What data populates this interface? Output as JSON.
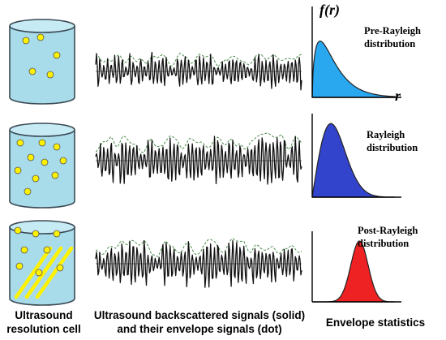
{
  "rows": [
    {
      "regime": "pre",
      "dot_count": 5,
      "distribution_label": "Pre-Rayleigh\ndistribution",
      "curve_color": "#29a8f0"
    },
    {
      "regime": "rayleigh",
      "dot_count": 10,
      "distribution_label": "Rayleigh\ndistribution",
      "curve_color": "#3344cc"
    },
    {
      "regime": "post",
      "dot_count": 8,
      "distribution_label": "Post-Rayleigh\ndistribution",
      "curve_color": "#ee2222"
    }
  ],
  "axis": {
    "y_label": "f(r)",
    "x_label": "r"
  },
  "captions": {
    "cell": "Ultrasound\nresolution cell",
    "signals": "Ultrasound backscattered signals (solid)\nand their envelope signals (dot)",
    "statistics": "Envelope statistics"
  },
  "colors": {
    "cell_fill": "#a9dcea",
    "cell_stroke": "#3b4a55",
    "scatterer": "#fff200",
    "stripe": "#fff200"
  }
}
